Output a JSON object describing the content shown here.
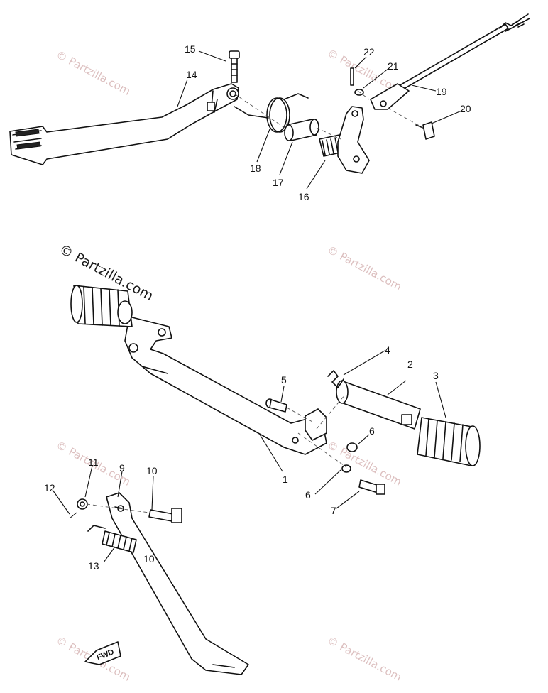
{
  "watermark": "© Partzilla.com",
  "fwd_label": "FWD",
  "callouts": {
    "c1": "1",
    "c2": "2",
    "c3": "3",
    "c4": "4",
    "c5": "5",
    "c6a": "6",
    "c6b": "6",
    "c7": "7",
    "c9": "9",
    "c10a": "10",
    "c10b": "10",
    "c11": "11",
    "c12": "12",
    "c13": "13",
    "c14": "14",
    "c15": "15",
    "c16": "16",
    "c17": "17",
    "c18": "18",
    "c19": "19",
    "c20": "20",
    "c21": "21",
    "c22": "22"
  }
}
